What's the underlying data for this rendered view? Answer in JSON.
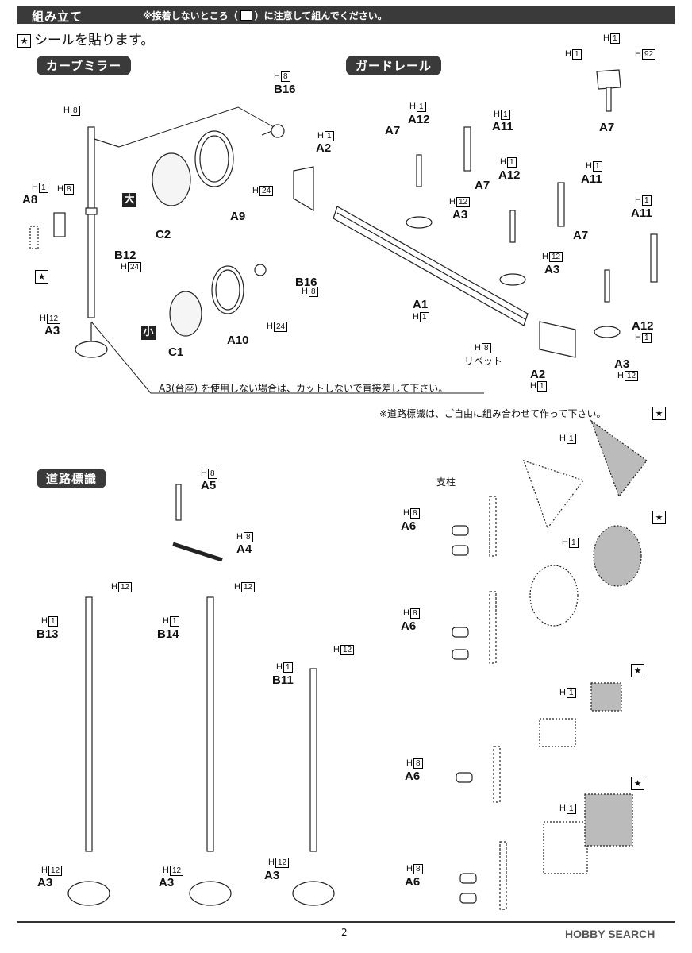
{
  "header": {
    "title": "組み立て",
    "note_prefix": "※接着しないところ（",
    "note_suffix": "）に注意して組んでください。"
  },
  "sticker_note": "シールを貼ります。",
  "sections": {
    "curve_mirror": "カーブミラー",
    "guard_rail": "ガードレール",
    "road_sign": "道路標識"
  },
  "marks": {
    "large": "大",
    "small": "小"
  },
  "notes": {
    "a3_note": "A3(台座) を使用しない場合は、カットしないで直接差して下さい。",
    "road_sign_note": "※道路標識は、ご自由に組み合わせて作って下さい。",
    "post": "支柱",
    "rivet": "リベット"
  },
  "labels": {
    "A1": "A1",
    "A2": "A2",
    "A3": "A3",
    "A4": "A4",
    "A5": "A5",
    "A6": "A6",
    "A7": "A7",
    "A8": "A8",
    "A9": "A9",
    "A10": "A10",
    "A11": "A11",
    "A12": "A12",
    "B11": "B11",
    "B12": "B12",
    "B13": "B13",
    "B14": "B14",
    "B16": "B16",
    "C1": "C1",
    "C2": "C2"
  },
  "h": {
    "prefix": "H",
    "v1": "1",
    "v8": "8",
    "v12": "12",
    "v24": "24",
    "v92": "92"
  },
  "footer": {
    "page": "2",
    "logo": "HOBBY SEARCH"
  }
}
